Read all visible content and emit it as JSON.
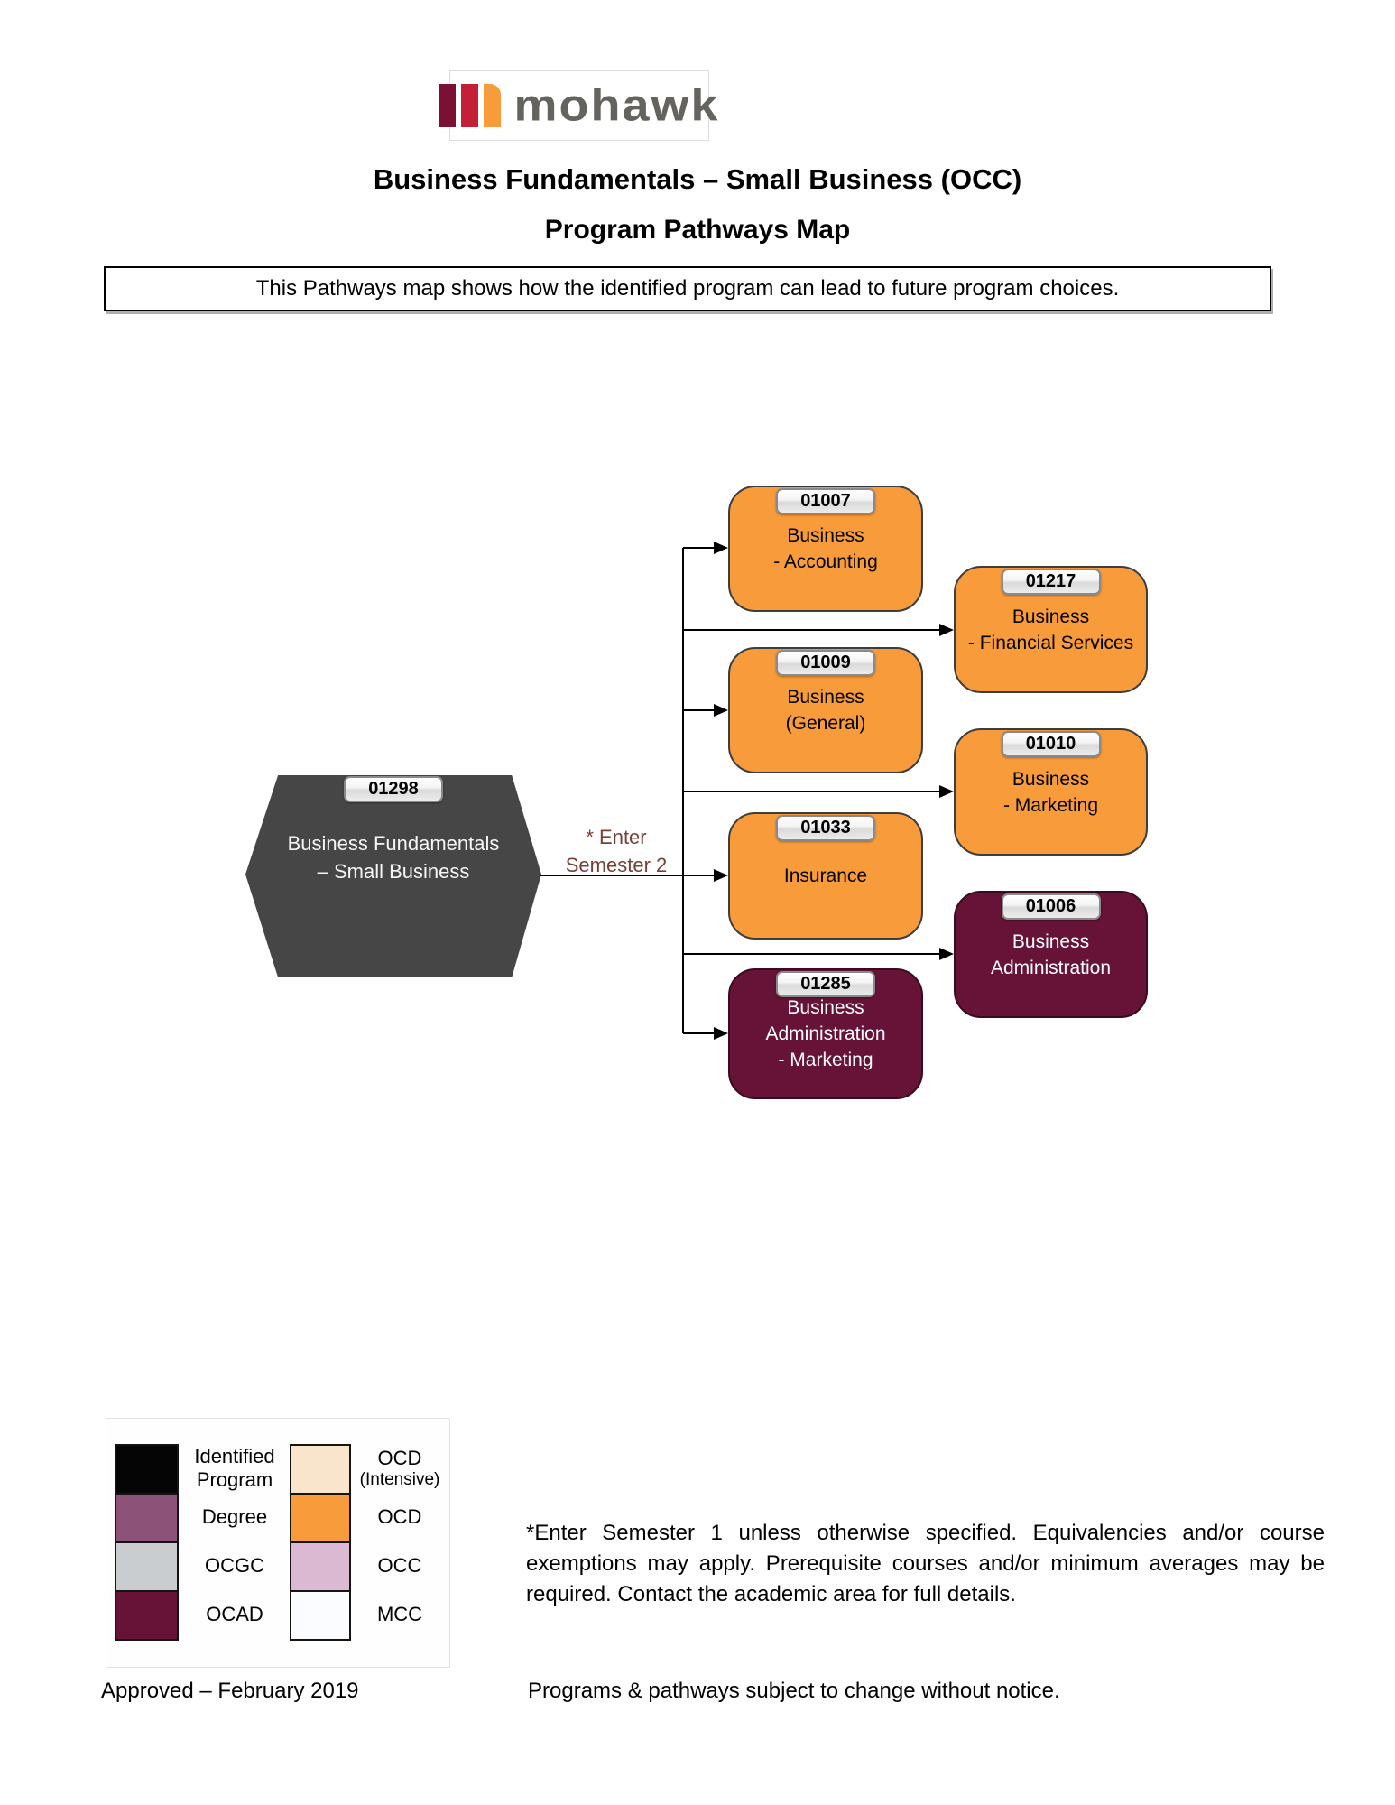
{
  "header": {
    "brand": "mohawk",
    "title": "Business Fundamentals – Small Business (OCC)",
    "subtitle": "Program Pathways Map",
    "banner": "This Pathways map shows how the identified program can lead to future program choices."
  },
  "colors": {
    "logo_bar1": "#7a1034",
    "logo_bar2": "#c32038",
    "logo_bar3": "#f79b3b",
    "identified_program_fill": "#464646",
    "ocd_fill": "#f79b3b",
    "ocad_fill": "#671337"
  },
  "flowchart": {
    "source": {
      "code": "01298",
      "label": "Business Fundamentals – Small Business",
      "type": "Identified Program"
    },
    "edge_label": {
      "line1": "* Enter",
      "line2": "Semester 2"
    },
    "nodes": [
      {
        "code": "01007",
        "lines": [
          "Business",
          "- Accounting"
        ],
        "type": "OCD",
        "color": "#f79b3b"
      },
      {
        "code": "01009",
        "lines": [
          "Business",
          "(General)"
        ],
        "type": "OCD",
        "color": "#f79b3b"
      },
      {
        "code": "01033",
        "lines": [
          "Insurance"
        ],
        "type": "OCD",
        "color": "#f79b3b"
      },
      {
        "code": "01285",
        "lines": [
          "Business",
          "Administration",
          "- Marketing"
        ],
        "type": "OCAD",
        "color": "#671337"
      },
      {
        "code": "01217",
        "lines": [
          "Business",
          "- Financial Services"
        ],
        "type": "OCD",
        "color": "#f79b3b"
      },
      {
        "code": "01010",
        "lines": [
          "Business",
          "- Marketing"
        ],
        "type": "OCD",
        "color": "#f79b3b"
      },
      {
        "code": "01006",
        "lines": [
          "Business",
          "Administration"
        ],
        "type": "OCAD",
        "color": "#671337"
      }
    ]
  },
  "legend": {
    "left": [
      {
        "label": "Identified Program",
        "color": "#050505"
      },
      {
        "label": "Degree",
        "color": "#8c5277"
      },
      {
        "label": "OCGC",
        "color": "#c9cdd0"
      },
      {
        "label": "OCAD",
        "color": "#671337"
      }
    ],
    "right": [
      {
        "label": "OCD",
        "sublabel": "(Intensive)",
        "color": "#f9e4cc"
      },
      {
        "label": "OCD",
        "color": "#f79b3b"
      },
      {
        "label": "OCC",
        "color": "#dcb9d2"
      },
      {
        "label": "MCC",
        "color": "#fafcff"
      }
    ]
  },
  "footnote": "*Enter Semester 1 unless otherwise specified. Equivalencies and/or course exemptions may apply. Prerequisite courses and/or minimum averages may be required. Contact the academic area for full details.",
  "footer": {
    "approved": "Approved – February 2019",
    "notice": "Programs & pathways subject to change without notice."
  }
}
